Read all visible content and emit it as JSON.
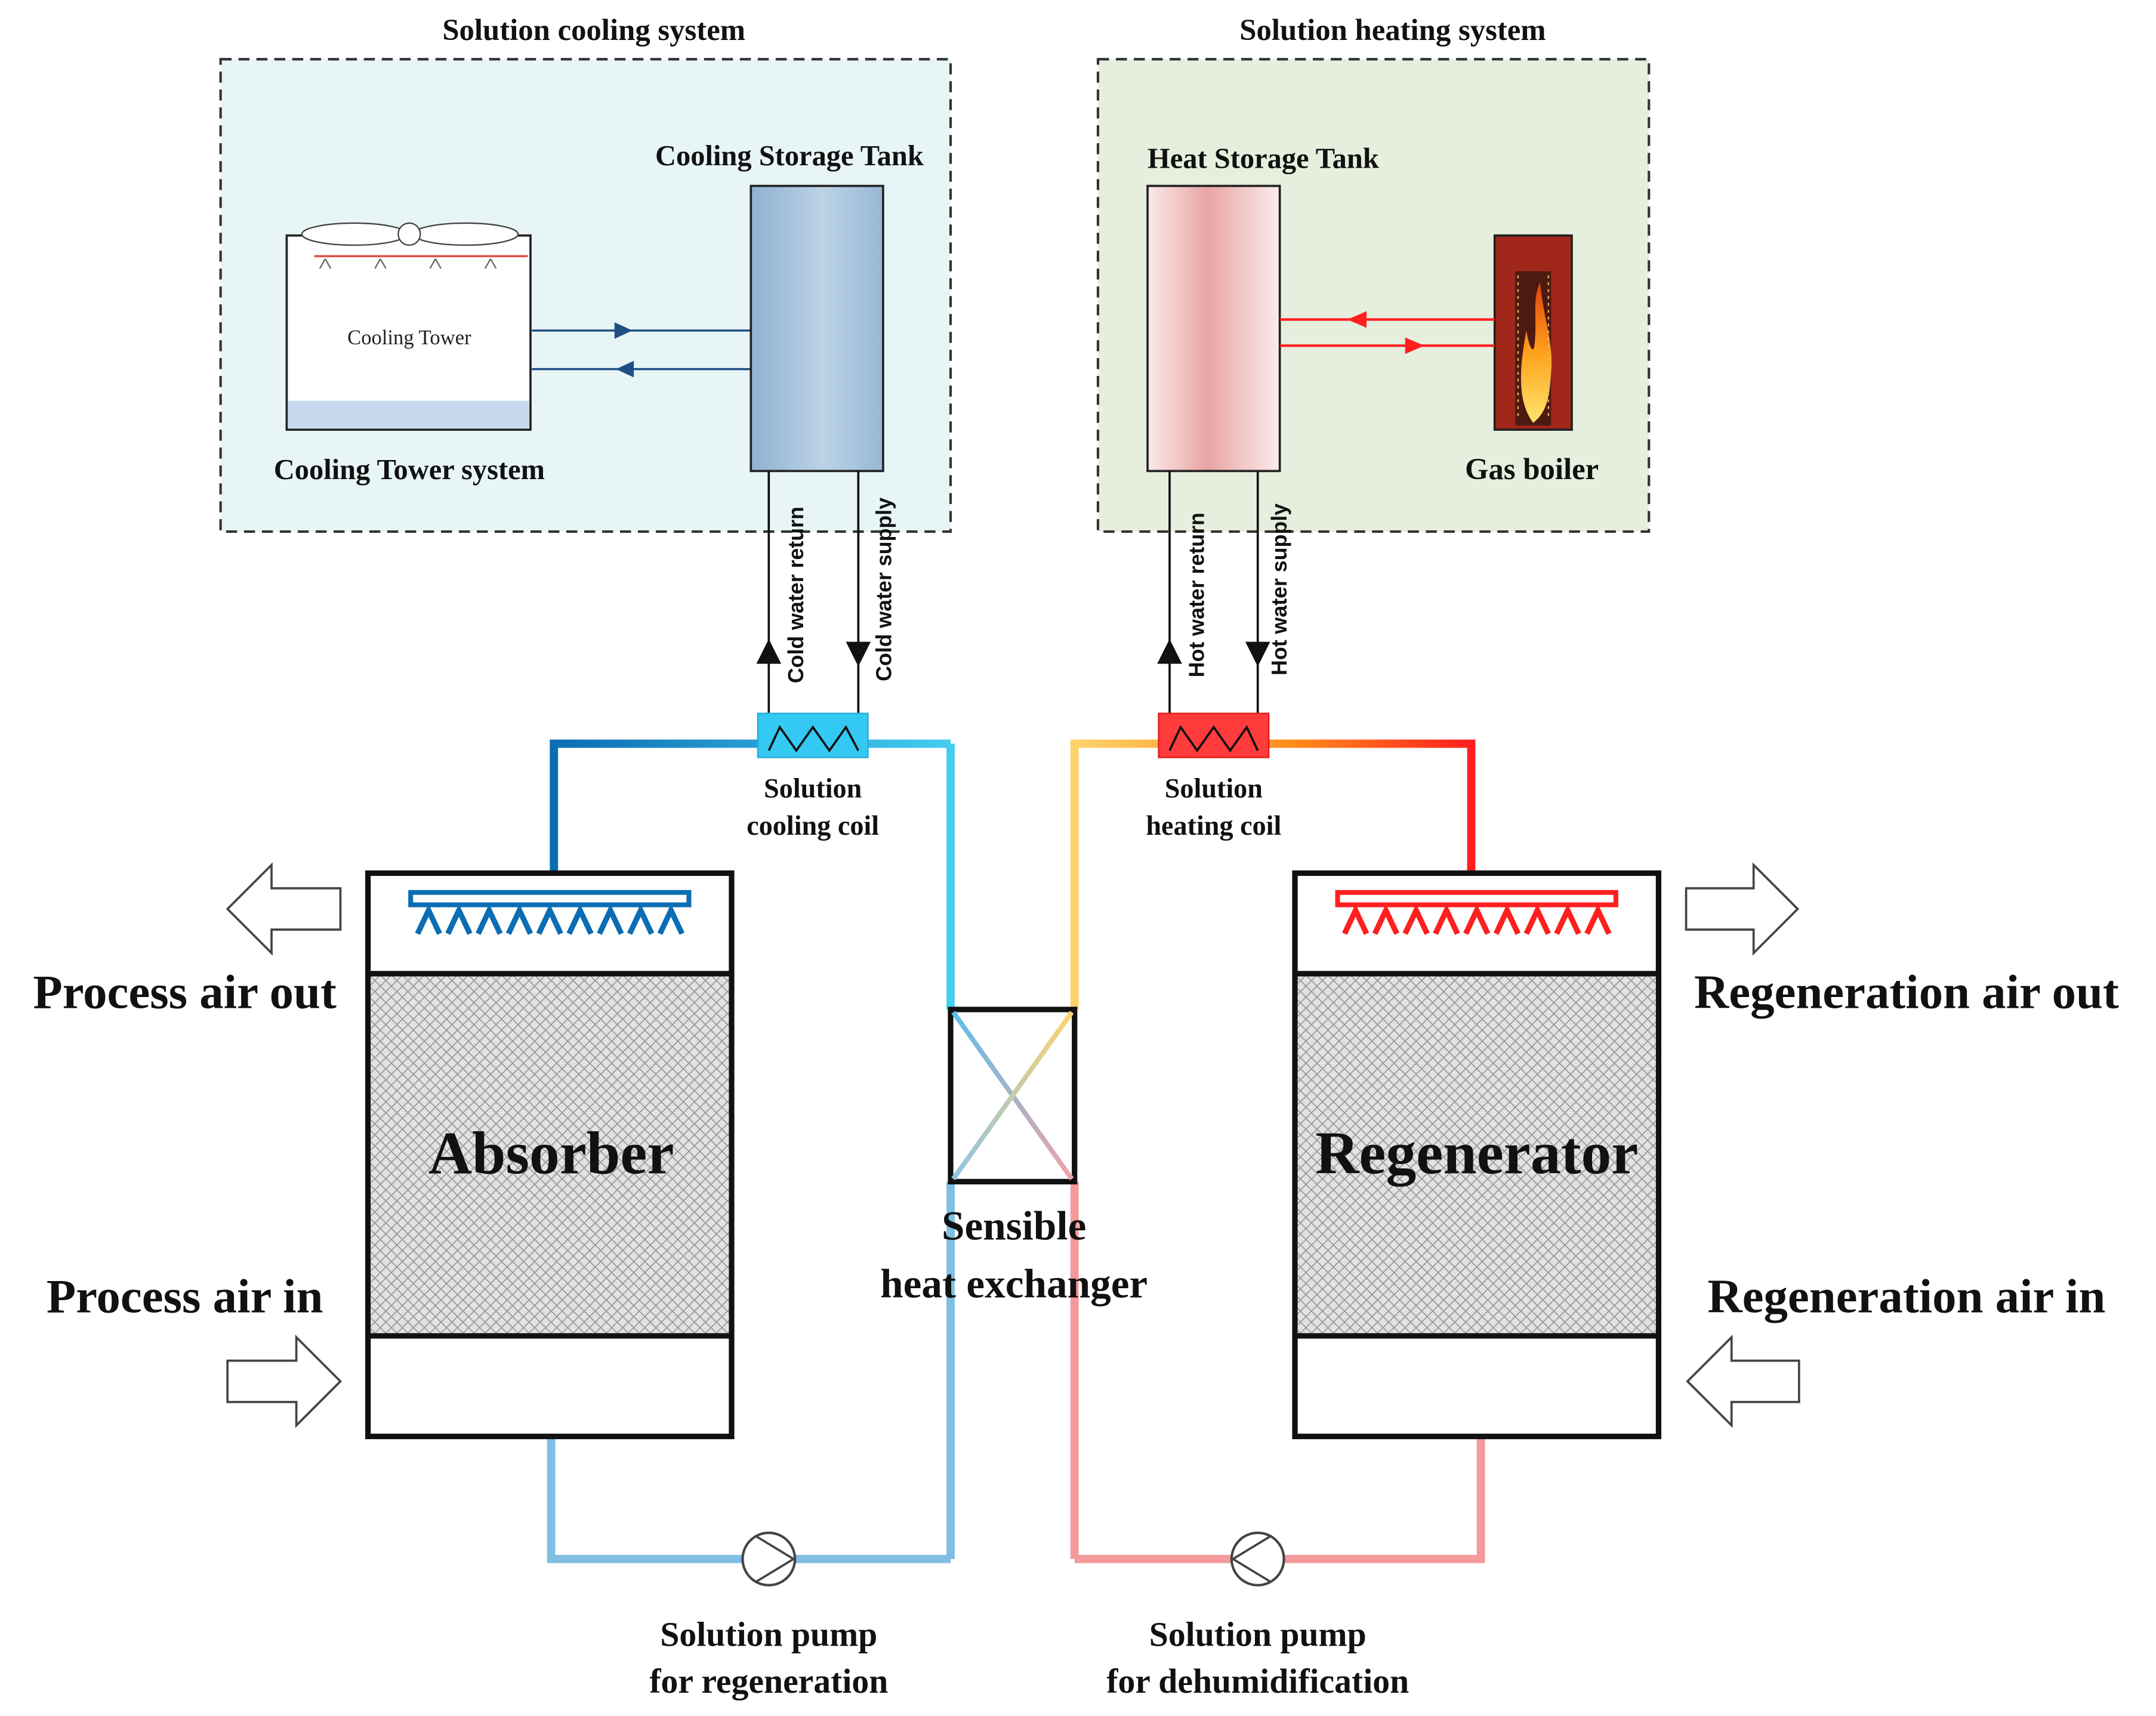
{
  "cooling_system": {
    "title": "Solution cooling system",
    "storage_tank": "Cooling Storage Tank",
    "tower_label": "Cooling Tower",
    "tower_system": "Cooling Tower system",
    "return_label": "Cold water return",
    "supply_label": "Cold water supply"
  },
  "heating_system": {
    "title": "Solution heating system",
    "storage_tank": "Heat Storage Tank",
    "boiler_label": "Gas boiler",
    "return_label": "Hot water return",
    "supply_label": "Hot water supply"
  },
  "coils": {
    "cooling": [
      "Solution",
      "cooling coil"
    ],
    "heating": [
      "Solution",
      "heating coil"
    ]
  },
  "absorber": {
    "label": "Absorber",
    "air_out": "Process air out",
    "air_in": "Process air in"
  },
  "regenerator": {
    "label": "Regenerator",
    "air_out": "Regeneration air out",
    "air_in": "Regeneration air in"
  },
  "heat_exchanger": [
    "Sensible",
    "heat exchanger"
  ],
  "pumps": {
    "regeneration": [
      "Solution pump",
      "for regeneration"
    ],
    "dehumidification": [
      "Solution pump",
      "for dehumidification"
    ]
  },
  "colors": {
    "cold_dark": "#0b6db3",
    "cold_light": "#45cdf0",
    "cold_pale": "#7fbfe3",
    "hot_red": "#ff1f1f",
    "hot_yellow": "#ffd36b",
    "hot_pale": "#f59a9a",
    "cooling_bg": "#e8f5f7",
    "heating_bg": "#e6efde"
  }
}
